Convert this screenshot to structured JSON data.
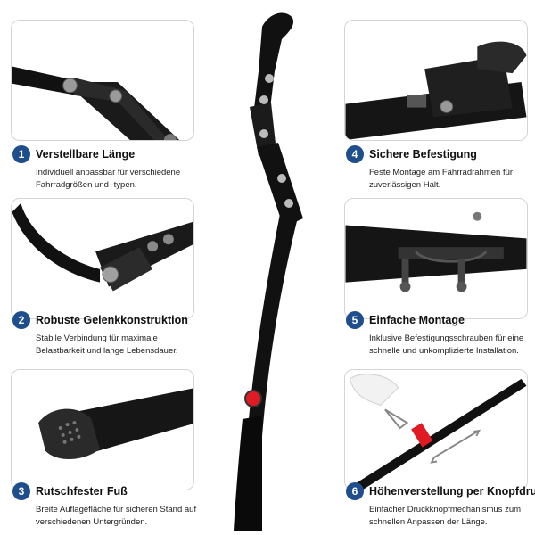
{
  "features": [
    {
      "number": "1",
      "title": "Verstellbare Länge",
      "description": "Individuell anpassbar für verschiedene Fahrradgrößen und -typen."
    },
    {
      "number": "2",
      "title": "Robuste Gelenkkonstruktion",
      "description": "Stabile Verbindung für maximale Belastbarkeit und lange Lebensdauer."
    },
    {
      "number": "3",
      "title": "Rutschfester Fuß",
      "description": "Breite Auflagefläche für sicheren Stand auf verschiedenen Untergründen."
    },
    {
      "number": "4",
      "title": "Sichere Befestigung",
      "description": "Feste Montage am Fahrradrahmen für zuverlässigen Halt."
    },
    {
      "number": "5",
      "title": "Einfache Montage",
      "description": "Inklusive Befestigungsschrauben für eine schnelle und unkomplizierte Installation."
    },
    {
      "number": "6",
      "title": "Höhenverstellung per Knopfdruck",
      "description": "Einfacher Druckknopfmechanismus zum schnellen Anpassen der Länge."
    }
  ],
  "colors": {
    "badge": "#1f4e8c",
    "button": "#e01b24",
    "metal": "#111111"
  },
  "images": [
    "adjustable-length-closeup",
    "joint-closeup",
    "rubber-foot-closeup",
    "frame-mount-closeup",
    "mounting-screws-closeup",
    "push-button-closeup",
    "kickstand-product"
  ]
}
